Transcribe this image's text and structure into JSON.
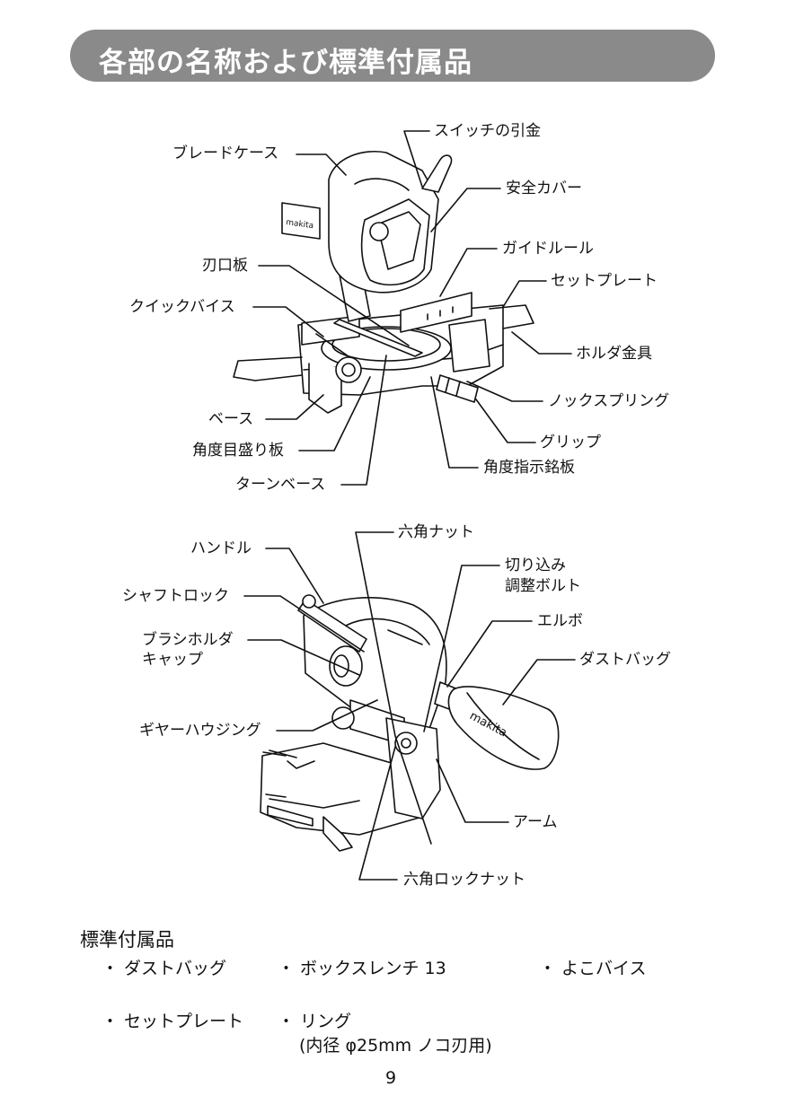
{
  "header": {
    "title": "各部の名称および標準付属品"
  },
  "upper_diagram": {
    "labels": {
      "switch_trigger": "スイッチの引金",
      "blade_case": "ブレードケース",
      "safety_cover": "安全カバー",
      "guide_rule": "ガイドルール",
      "kerf_board": "刃口板",
      "set_plate": "セットプレート",
      "quick_vise": "クイックバイス",
      "holder": "ホルダ金具",
      "knock_spring": "ノックスプリング",
      "base": "ベース",
      "grip": "グリップ",
      "angle_scale_plate": "角度目盛り板",
      "angle_indicator_plate": "角度指示銘板",
      "turn_base": "ターンベース"
    }
  },
  "lower_diagram": {
    "labels": {
      "hex_nut": "六角ナット",
      "handle": "ハンドル",
      "cut_adjust_bolt_1": "切り込み",
      "cut_adjust_bolt_2": "調整ボルト",
      "shaft_lock": "シャフトロック",
      "elbow": "エルボ",
      "brush_holder_cap_1": "ブラシホルダ",
      "brush_holder_cap_2": "キャップ",
      "dust_bag": "ダストバッグ",
      "gear_housing": "ギヤーハウジング",
      "arm": "アーム",
      "hex_lock_nut": "六角ロックナット"
    }
  },
  "brand": "makita",
  "accessories": {
    "title": "標準付属品",
    "items": [
      "・ ダストバッグ",
      "・ ボックスレンチ 13",
      "・ よこバイス",
      "・ セットプレート",
      "・ リング",
      "(内径 φ25mm ノコ刃用)"
    ]
  },
  "page_number": "9"
}
